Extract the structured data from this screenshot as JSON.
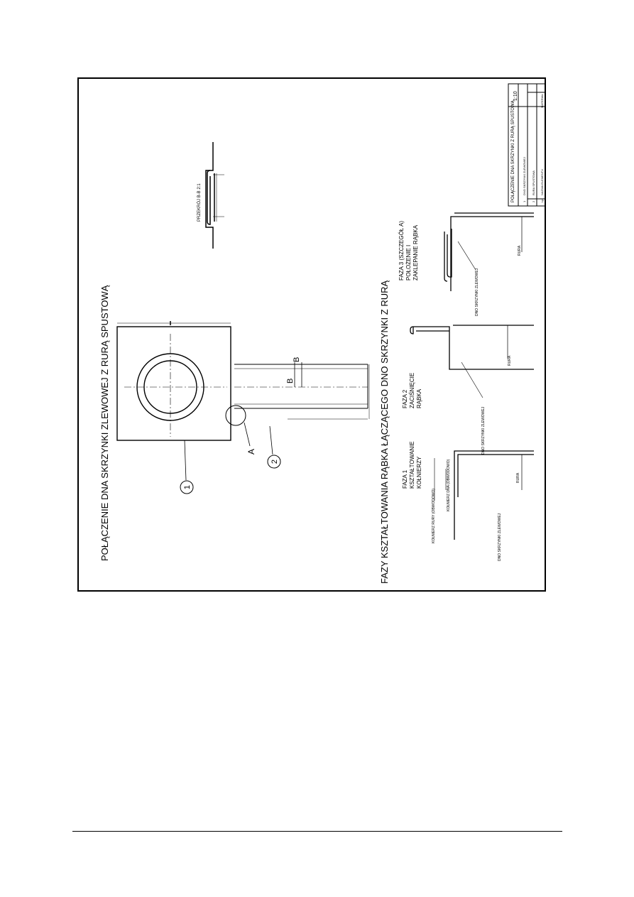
{
  "drawing": {
    "title_top": "POŁĄCZENIE DNA SKRZYNKI ZLEWOWEJ Z RURĄ SPUSTOWĄ",
    "title_bottom": "FAZY KSZTAŁTOWANIA RĄBKA ŁĄCZĄCEGO DNO SKRZYNKI Z RURĄ",
    "callout_1": "1",
    "callout_2": "2",
    "detail_label": "A",
    "section_mark_1": "B",
    "section_mark_2": "B",
    "section_label": "PRZEKRÓJ B-B 2:1",
    "phase1": {
      "title": "FAZA 1",
      "line2": "KSZTAŁTOWANIE",
      "line3": "KOŁNIERZY",
      "label_pipe_flange": "KOŁNIERZ RURY (OBWODOWO)",
      "label_bottom_flange": "KOŁNIERZ DNA (OBWODOWO)",
      "label_bottom": "DNO SKRZYNKI ZLEWOWEJ",
      "label_pipe": "RURA"
    },
    "phase2": {
      "title": "FAZA 2",
      "line2": "ZACIŚNIĘCIE",
      "line3": "RĄBKA",
      "label_bottom": "DNO SKRZYNKI ZLEWOWEJ",
      "label_pipe": "RURA"
    },
    "phase3": {
      "title": "FAZA 3 (SZCZEGÓŁ A)",
      "line2": "POŁOŻENIE I",
      "line3": "ZAKLEPANIE RĄBKA",
      "label_bottom": "DNO SKRZYNKI ZLEWOWEJ",
      "label_pipe": "RURA"
    },
    "title_block": {
      "name": "POŁĄCZENIE DNA SKRZYNKI Z RURĄ SPUSTOWĄ",
      "scale": "1:10",
      "row1_no": "1",
      "row1_name": "DNO SKRZYNKI ZLEWOWEJ",
      "row2_no": "2",
      "row2_name": "RURA SPUSTOWA",
      "header_no": "Lp",
      "header_name": "NAZWA ELEMENTU",
      "header_material": "MATERIAŁ"
    }
  }
}
